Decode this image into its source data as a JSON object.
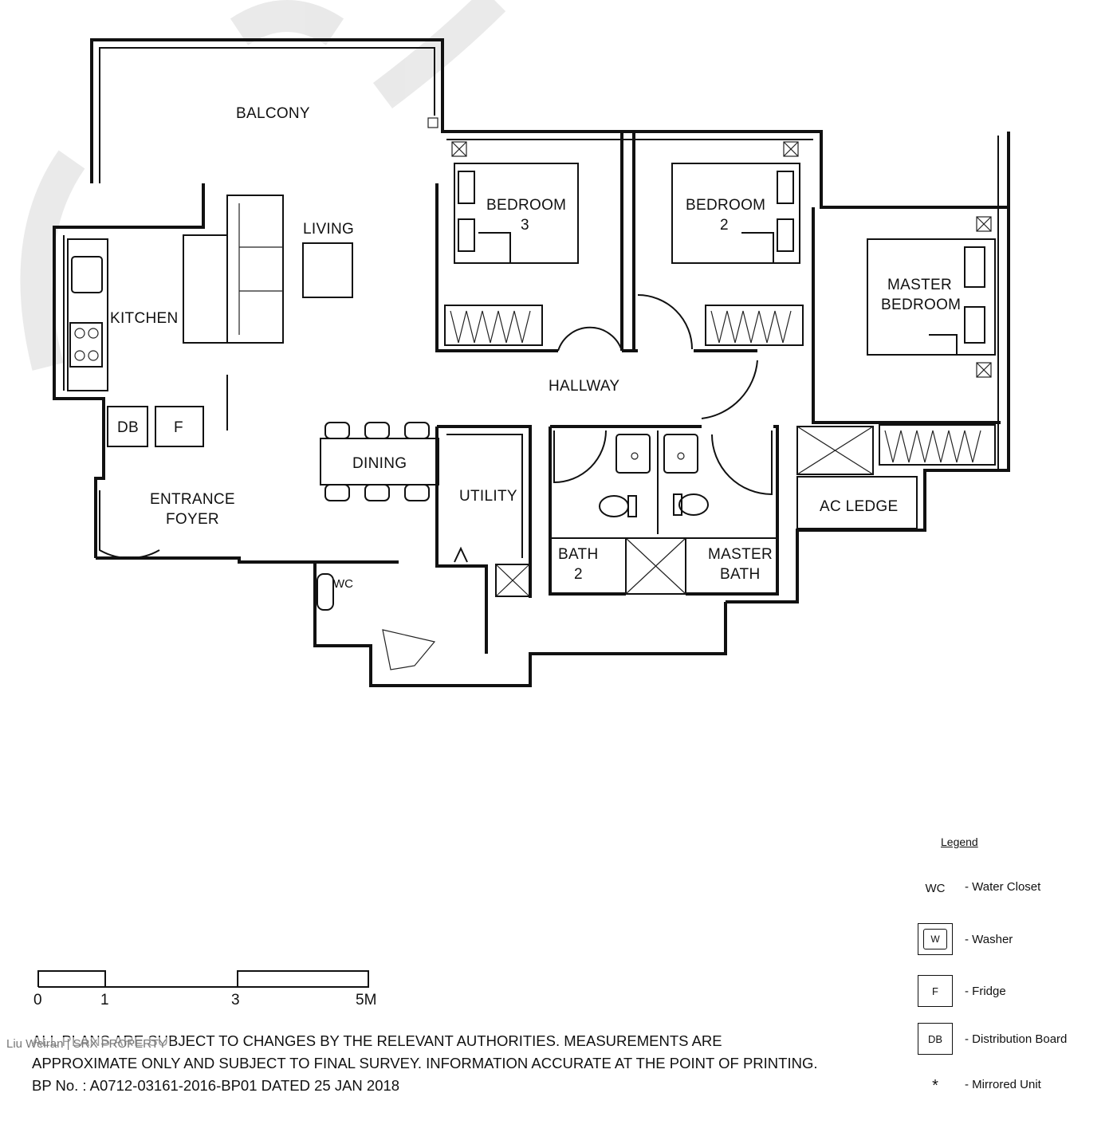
{
  "rooms": {
    "balcony": "BALCONY",
    "living": "LIVING",
    "kitchen": "KITCHEN",
    "bedroom3_line1": "BEDROOM",
    "bedroom3_line2": "3",
    "bedroom2_line1": "BEDROOM",
    "bedroom2_line2": "2",
    "master_line1": "MASTER",
    "master_line2": "BEDROOM",
    "hallway": "HALLWAY",
    "db": "DB",
    "fridge": "F",
    "dining": "DINING",
    "entrance_line1": "ENTRANCE",
    "entrance_line2": "FOYER",
    "utility": "UTILITY",
    "ac_ledge": "AC LEDGE",
    "bath2_line1": "BATH",
    "bath2_line2": "2",
    "masterbath_line1": "MASTER",
    "masterbath_line2": "BATH",
    "wc": "WC"
  },
  "legend": {
    "title": "Legend",
    "items": [
      {
        "key": "WC",
        "desc": "- Water Closet"
      },
      {
        "key": "W",
        "desc": "- Washer"
      },
      {
        "key": "F",
        "desc": "- Fridge"
      },
      {
        "key": "DB",
        "desc": "- Distribution Board"
      },
      {
        "key": "*",
        "desc": "- Mirrored Unit"
      }
    ]
  },
  "scale": {
    "labels": [
      "0",
      "1",
      "3",
      "5M"
    ]
  },
  "notes": {
    "line1": "ALL PLANS ARE SUBJECT TO CHANGES BY THE RELEVANT AUTHORITIES. MEASUREMENTS ARE",
    "line2": "APPROXIMATE ONLY AND SUBJECT TO FINAL SURVEY. INFORMATION ACCURATE AT THE POINT OF PRINTING.",
    "line3": "BP No. : A0712-03161-2016-BP01 DATED 25 JAN 2018"
  },
  "credit": "Liu Weiran | SRX PROPERTY"
}
